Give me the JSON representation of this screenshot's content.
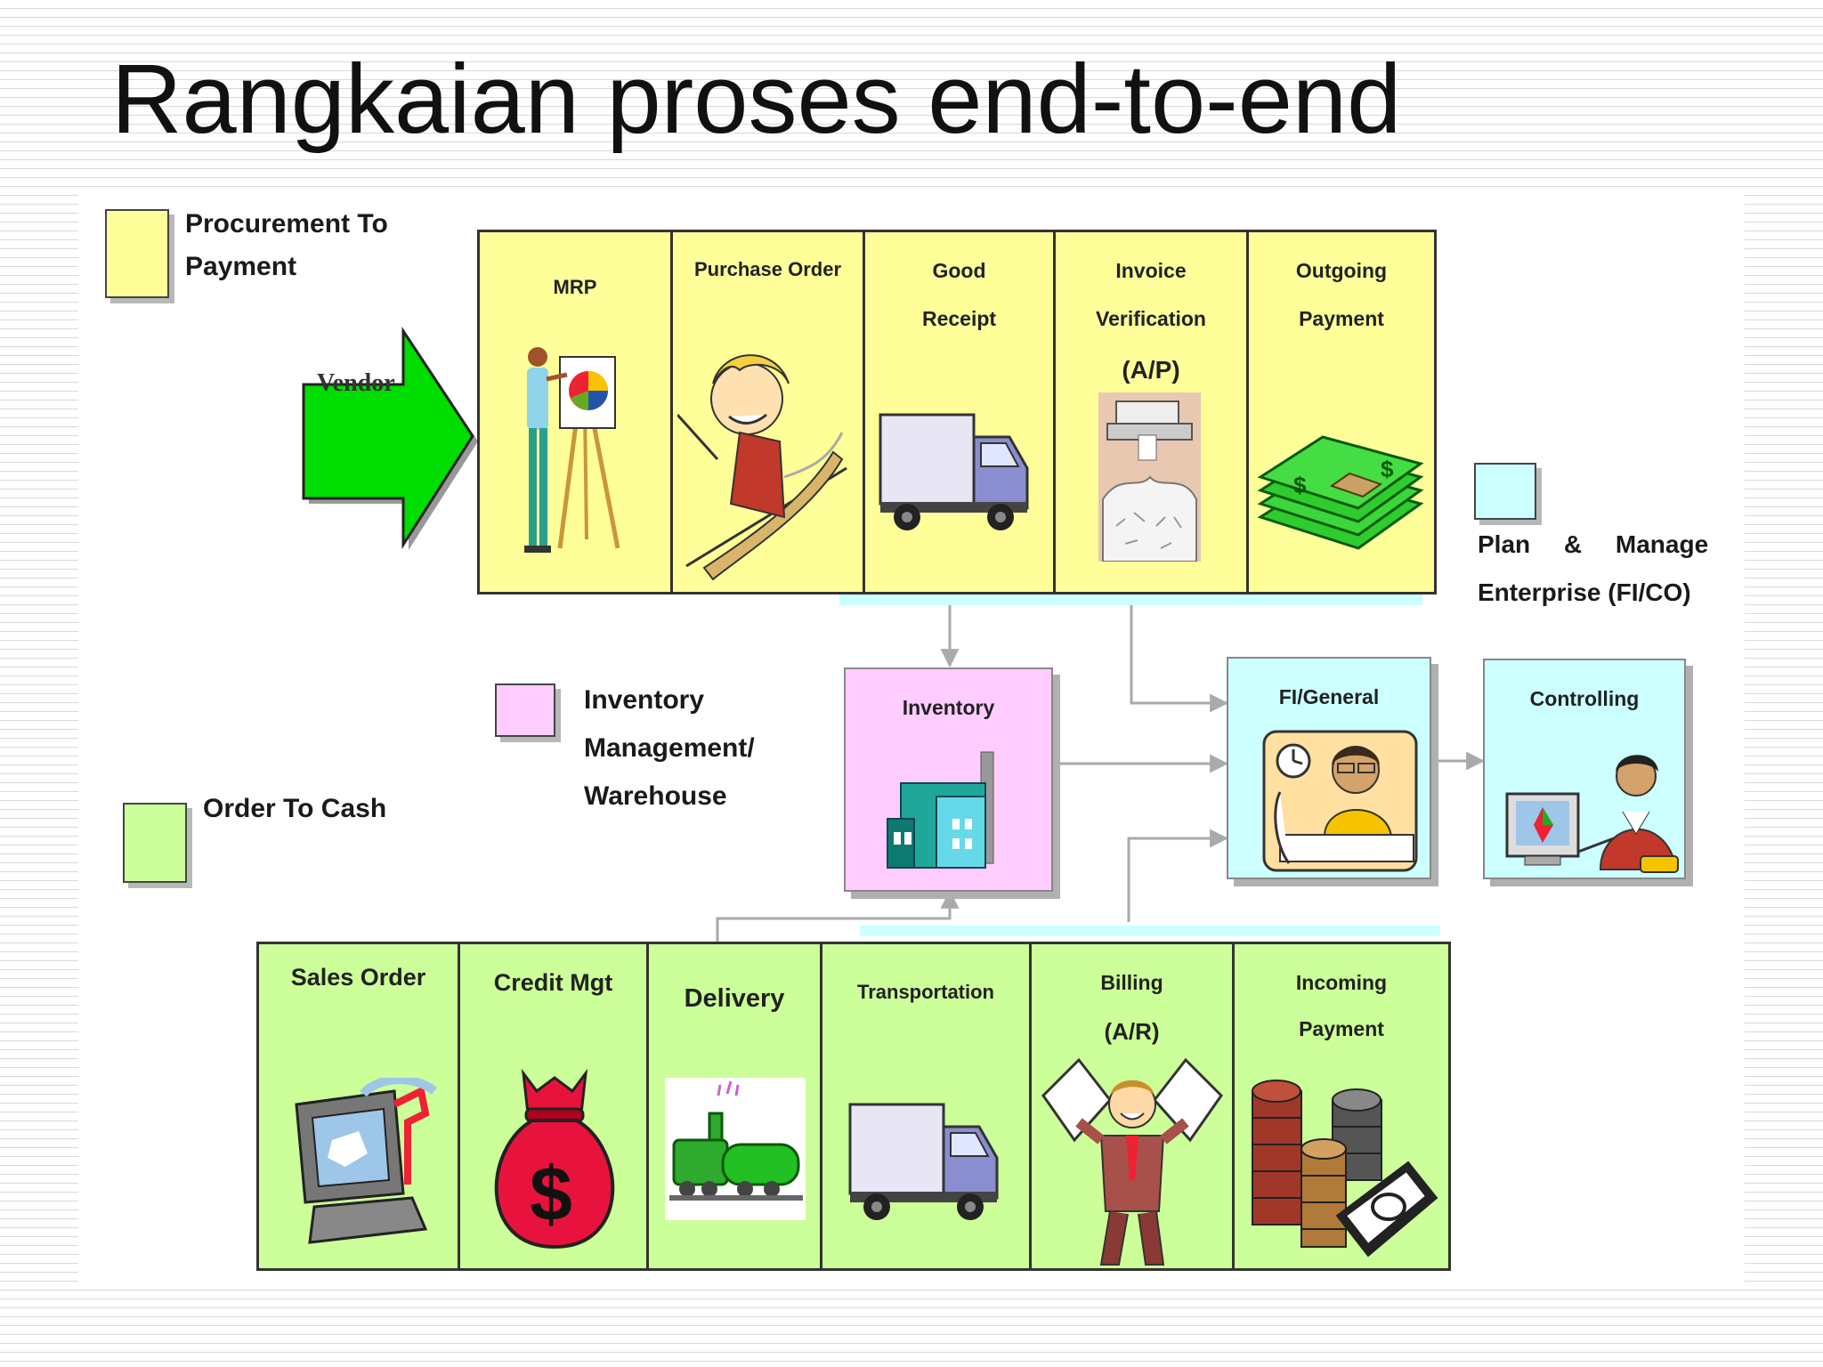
{
  "slide": {
    "title": "Rangkaian proses end-to-end"
  },
  "legend": {
    "procurement": "Procurement To Payment",
    "order_cash": "Order To Cash",
    "inventory": "Inventory Management/ Warehouse",
    "plan_line1": "Plan & Manage",
    "plan_line2": "Enterprise (FI/CO)"
  },
  "vendor": "Vendor",
  "procurement_steps": {
    "mrp": "MRP",
    "purchase_order": "Purchase Order",
    "good_receipt_1": "Good",
    "good_receipt_2": "Receipt",
    "invoice_1": "Invoice",
    "invoice_2": "Verification",
    "invoice_3": "(A/P)",
    "outgoing_1": "Outgoing",
    "outgoing_2": "Payment"
  },
  "inventory_box": "Inventory",
  "fi_general": "FI/General",
  "controlling": "Controlling",
  "sales_steps": {
    "sales_order": "Sales Order",
    "credit_mgt": "Credit Mgt",
    "delivery": "Delivery",
    "transportation": "Transportation",
    "billing_1": "Billing",
    "billing_2": "(A/R)",
    "incoming_1": "Incoming",
    "incoming_2": "Payment"
  },
  "colors": {
    "procurement": "#ffff99",
    "sales": "#ccff99",
    "inventory": "#ffccff",
    "finance": "#ccffff",
    "vendor_arrow": "#00dd00"
  }
}
